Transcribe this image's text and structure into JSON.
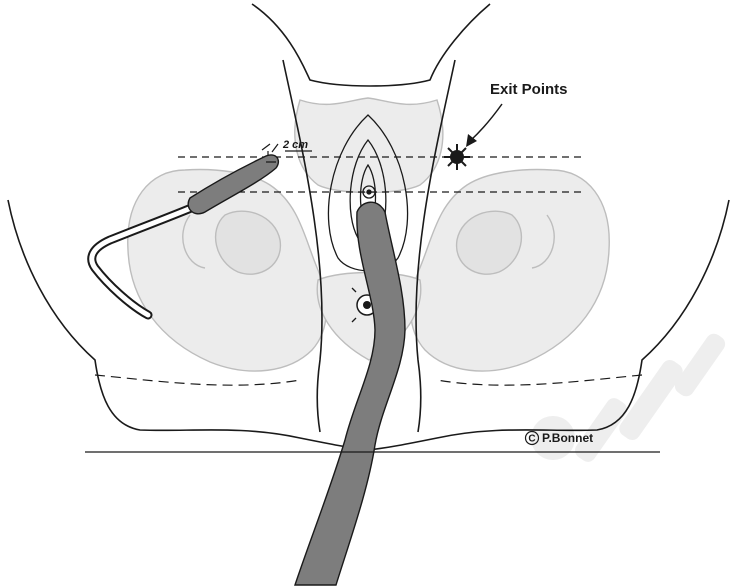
{
  "labels": {
    "exit_points": "Exit Points",
    "distance": "2 cm",
    "credit": "P.Bonnet",
    "copyright_symbol": "C"
  },
  "colors": {
    "outline": "#1a1a1a",
    "pelvis_fill": "#ebebeb",
    "pelvis_stroke": "#b8b8b8",
    "tool_fill": "#7d7d7d",
    "watermark": "#e8e8e8"
  },
  "icons": {
    "exit_point_marker": "starburst-icon",
    "exit_arrow": "arrow-icon",
    "copyright": "copyright-icon"
  }
}
